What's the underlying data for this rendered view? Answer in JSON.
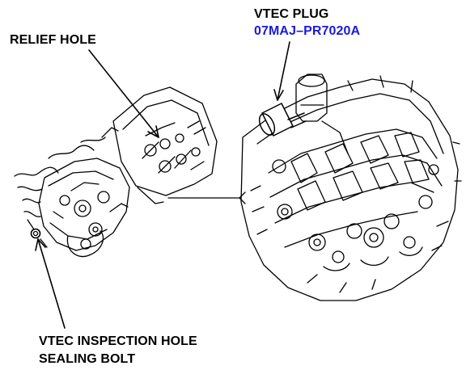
{
  "labels": {
    "vtec_plug": "VTEC PLUG",
    "vtec_plug_part_number": "07MAJ–PR7020A",
    "relief_hole": "RELIEF HOLE",
    "inspection_hole_line1": "VTEC INSPECTION HOLE",
    "inspection_hole_line2": "SEALING BOLT"
  },
  "colors": {
    "text": "#000000",
    "part_number": "#1a1adc",
    "line_art": "#000000",
    "background": "#ffffff"
  }
}
